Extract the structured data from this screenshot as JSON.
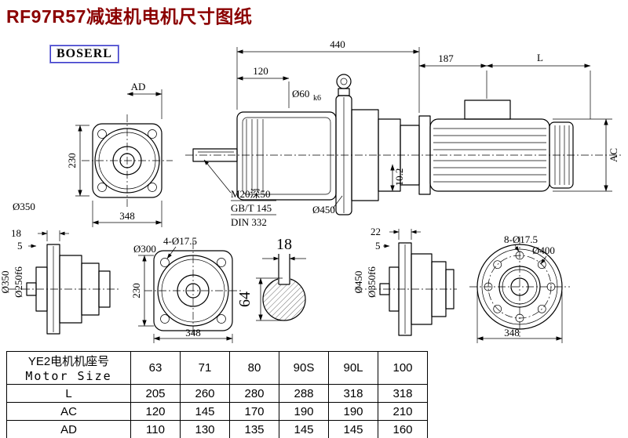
{
  "page": {
    "title": "RF97R57减速机电机尺寸图纸",
    "brand": "BOSERL"
  },
  "views": {
    "front_top": {
      "ad": "AD",
      "dia_outer": "Ø350",
      "height": "230",
      "width": "348"
    },
    "side_main": {
      "total_len": "440",
      "shaft_len": "120",
      "shaft_dia": "Ø60",
      "shaft_fit": "k6",
      "flange_to_motor": "187",
      "motor_len": "L",
      "motor_height": "AC",
      "tap_note1": "M20深50",
      "tap_note2": "GB/T 145",
      "tap_note3": "DIN 332",
      "flange_dia": "Ø450",
      "key_depth": "10.2"
    },
    "bottom_side_small": {
      "dim18": "18",
      "dim5": "5",
      "dia_outer": "Ø350",
      "dia_pilot": "Ø250f6"
    },
    "bottom_front_square": {
      "holes": "4-Ø17.5",
      "dia_pilot": "Ø300",
      "height": "230",
      "width": "348"
    },
    "shaft_section": {
      "key_width": "18",
      "shaft_dia": "64"
    },
    "bottom_side_large": {
      "dim22": "22",
      "dim5": "5",
      "dia_outer": "Ø450",
      "dia_pilot": "Ø350f6"
    },
    "bottom_front_round": {
      "holes": "8-Ø17.5",
      "dia_bolt": "Ø400",
      "width": "348"
    }
  },
  "table": {
    "header_cn": "YE2电机机座号",
    "header_en": "Motor Size",
    "sizes": [
      "63",
      "71",
      "80",
      "90S",
      "90L",
      "100"
    ],
    "rows": [
      {
        "label": "L",
        "values": [
          "205",
          "260",
          "280",
          "288",
          "318",
          "318"
        ]
      },
      {
        "label": "AC",
        "values": [
          "120",
          "145",
          "170",
          "190",
          "190",
          "210"
        ]
      },
      {
        "label": "AD",
        "values": [
          "110",
          "130",
          "135",
          "145",
          "145",
          "160"
        ]
      }
    ]
  }
}
